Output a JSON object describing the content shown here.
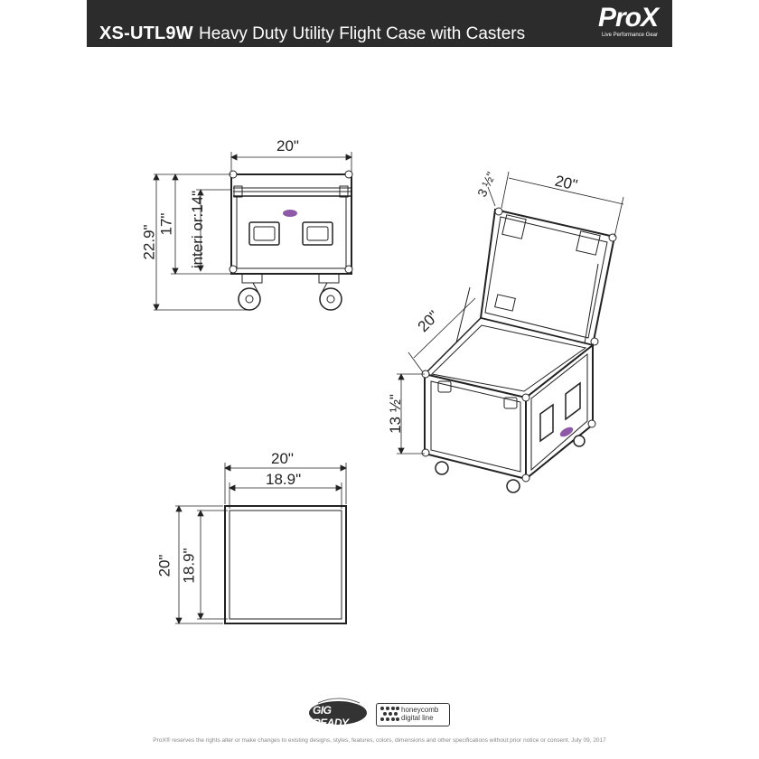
{
  "header": {
    "model": "XS-UTL9W",
    "title": "Heavy Duty Utility Flight Case with Casters",
    "brand": "ProX",
    "brand_tagline": "Live Performance Gear"
  },
  "front_view": {
    "width": "20\"",
    "height_total": "22.9\"",
    "height_body": "17\"",
    "interior_height": "interi or:14\""
  },
  "iso_view": {
    "lid_depth": "3 ½\"",
    "width": "20\"",
    "depth": "20\"",
    "height": "13 ½\""
  },
  "top_view": {
    "outer_width": "20\"",
    "inner_width": "18.9\"",
    "outer_depth": "20\"",
    "inner_depth": "18.9\""
  },
  "logos": {
    "gig_ready": "GIG READY",
    "honeycomb_line1": "honeycomb",
    "honeycomb_line2": "digital line"
  },
  "footer": "ProX® reserves the rights alter or make changes to existing designs, styles, features, colors, dimensions and other specifications without prior notice or consent. July 09, 2017",
  "colors": {
    "header_bg": "#2c2c2c",
    "logo_badge": "#8e5aa8",
    "line": "#222222"
  }
}
